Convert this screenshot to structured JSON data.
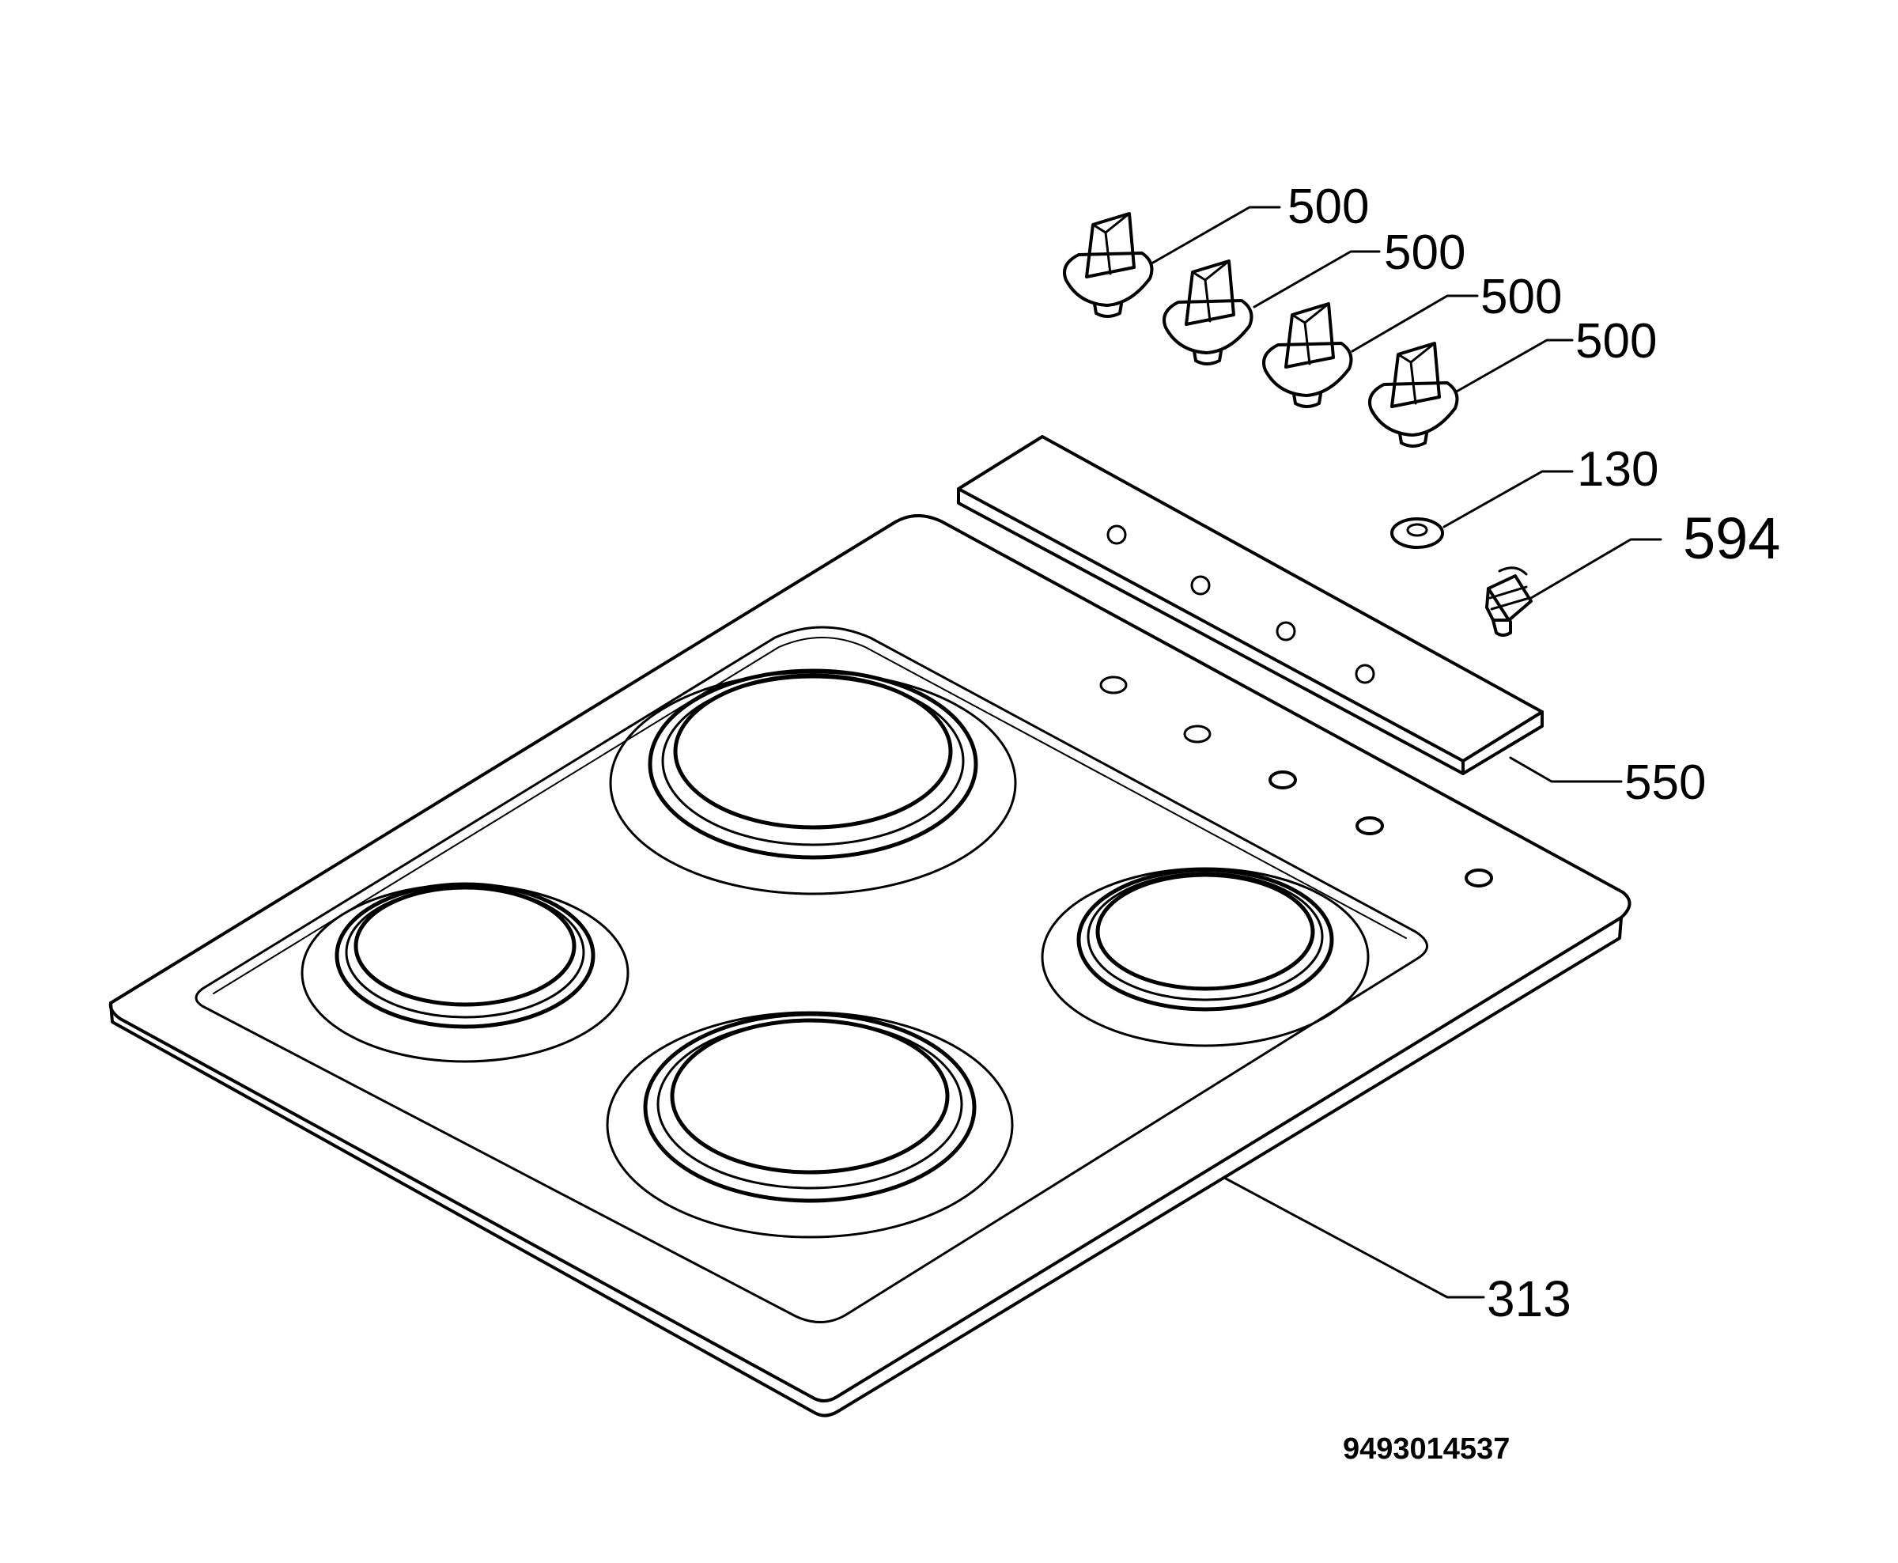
{
  "labels": {
    "knob_1": "500",
    "knob_2": "500",
    "knob_3": "500",
    "knob_4": "500",
    "washer": "130",
    "valve": "594",
    "control_strip": "550",
    "hob_plate": "313"
  },
  "document_number": "9493014537",
  "colors": {
    "line": "#000000",
    "background": "#ffffff"
  }
}
